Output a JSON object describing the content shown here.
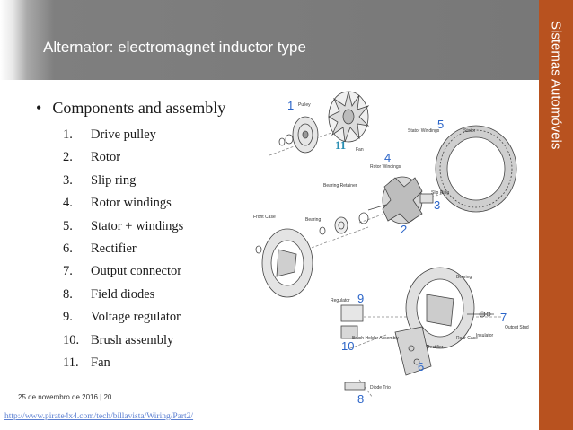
{
  "slide": {
    "title": "Alternator: electromagnet inductor type",
    "side_title": "Sistemas Automóveis",
    "heading": "Components and assembly",
    "items": [
      {
        "n": "1.",
        "label": "Drive pulley"
      },
      {
        "n": "2.",
        "label": "Rotor"
      },
      {
        "n": "3.",
        "label": "Slip ring"
      },
      {
        "n": "4.",
        "label": "Rotor windings"
      },
      {
        "n": "5.",
        "label": "Stator + windings"
      },
      {
        "n": "6.",
        "label": "Rectifier"
      },
      {
        "n": "7.",
        "label": "Output connector"
      },
      {
        "n": "8.",
        "label": "Field diodes"
      },
      {
        "n": "9.",
        "label": "Voltage regulator"
      },
      {
        "n": "10.",
        "label": "Brush assembly"
      },
      {
        "n": "11.",
        "label": "Fan"
      }
    ],
    "footer_date": "25 de novembro de 2016 | 20",
    "footer_url": "http://www.pirate4x4.com/tech/billavista/Wiring/Part2/"
  },
  "diagram": {
    "part_labels": {
      "pulley": "Pulley",
      "fan": "Fan",
      "stator": "Stator",
      "stator_windings": "Stator Windings",
      "rotor_windings": "Rotor Windings",
      "slip_ring": "Slip Ring",
      "bearing_retainer": "Bearing Retainer",
      "bearing_1": "Bearing",
      "front_case": "Front Case",
      "bearing_2": "Bearing",
      "regulator": "Regulator",
      "brush_holder": "Brush Holder Assembly",
      "rectifier": "Rectifier",
      "rear_case": "Rear Case",
      "insulator": "Insulator",
      "output_stud": "Output Stud",
      "diode_trio": "Diode Trio"
    },
    "numbers": {
      "n1": "1",
      "n2": "2",
      "n3": "3",
      "n4": "4",
      "n5": "5",
      "n6": "6",
      "n7": "7",
      "n8": "8",
      "n9": "9",
      "n10": "10",
      "n11": "11"
    }
  }
}
